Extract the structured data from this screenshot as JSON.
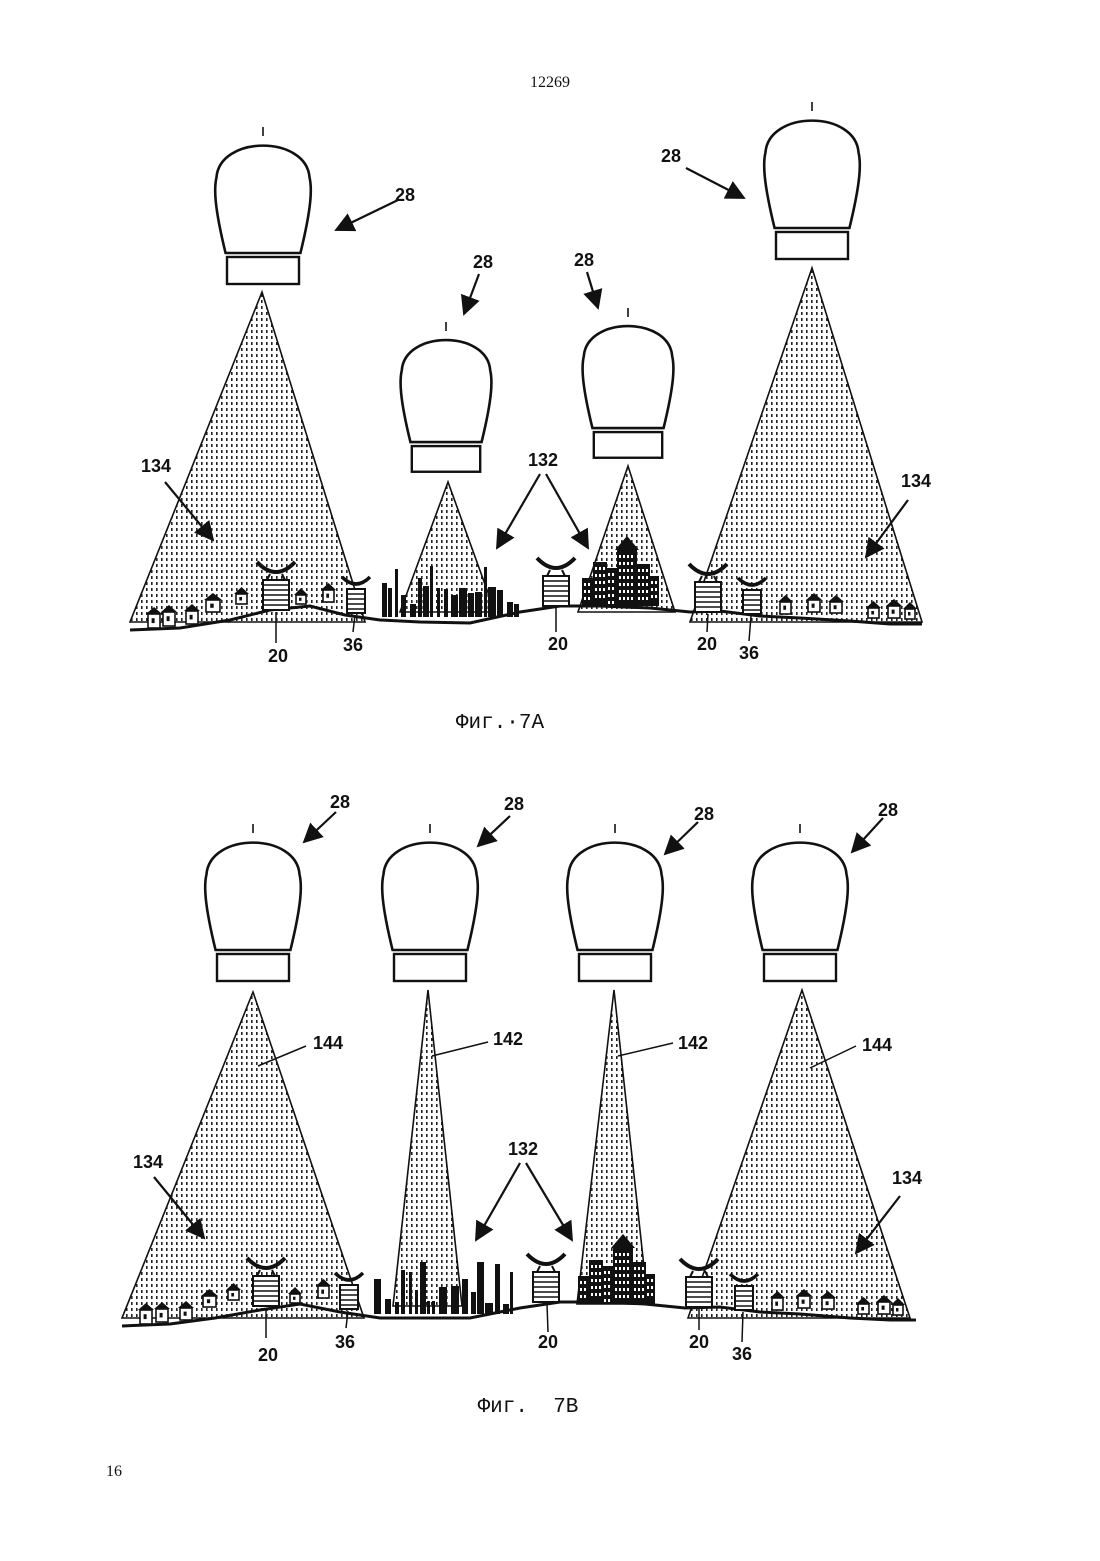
{
  "document_number": "12269",
  "page_number": "16",
  "figures": [
    {
      "caption": "Фиг.·7A",
      "labels": {
        "balloon": "28",
        "station": "20",
        "repeater": "36",
        "urban_area": "132",
        "rural_area": "134"
      }
    },
    {
      "caption": "Фиг.  7B",
      "labels": {
        "balloon": "28",
        "station": "20",
        "repeater": "36",
        "urban_area": "132",
        "rural_area": "134",
        "narrow_beam": "142",
        "wide_beam": "144"
      }
    }
  ]
}
